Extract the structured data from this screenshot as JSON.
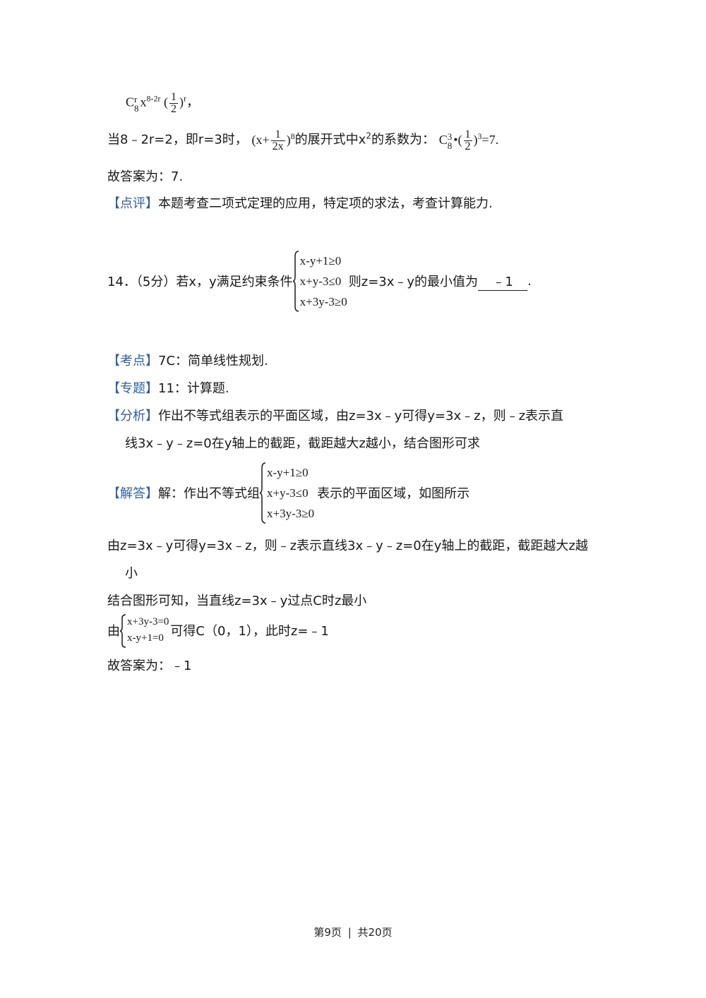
{
  "formula_top": {
    "C": "C",
    "r": "r",
    "n": "8",
    "x": "x",
    "exp": "8-2r",
    "fnum": "1",
    "fden": "2",
    "pow": "r",
    "tail": "，"
  },
  "line1": {
    "prefix": "当8﹣2r=2，即r=3时，",
    "paren_open": "(x+",
    "fnum": "1",
    "fden": "2x",
    "paren_close": ")",
    "pow8": "8",
    "mid": "的展开式中x",
    "sq": "2",
    "mid2": "的系数为：",
    "C": "C",
    "c_top": "3",
    "c_bot": "8",
    "dot": "•",
    "f2num": "1",
    "f2den": "2",
    "pow3": "3",
    "end": "=7."
  },
  "line2": "故答案为：7.",
  "comment": {
    "tag": "【点评】",
    "text": "本题考查二项式定理的应用，特定项的求法，考查计算能力."
  },
  "q14": {
    "prefix": "14．（5分）若x，y满足约束条件",
    "system": [
      "x-y+1≥0",
      "x+y-3≤0",
      "x+3y-3≥0"
    ],
    "mid": "则z=3x﹣y的最小值为",
    "answer": "﹣1",
    "end": "."
  },
  "kaodian": {
    "tag": "【考点】",
    "text": "7C：简单线性规划."
  },
  "zhuanti": {
    "tag": "【专题】",
    "text": "11：计算题."
  },
  "fenxi": {
    "tag": "【分析】",
    "line1": "作出不等式组表示的平面区域，由z=3x﹣y可得y=3x﹣z，则﹣z表示直",
    "line2": "线3x﹣y﹣z=0在y轴上的截距，截距越大z越小，结合图形可求"
  },
  "jieda": {
    "tag": "【解答】",
    "prefix": "解：作出不等式组",
    "system": [
      "x-y+1≥0",
      "x+y-3≤0",
      "x+3y-3≥0"
    ],
    "suffix": "表示的平面区域，如图所示"
  },
  "sol1a": "由z=3x﹣y可得y=3x﹣z，则﹣z表示直线3x﹣y﹣z=0在y轴上的截距，截距越大z越",
  "sol1b": "小",
  "sol2": "结合图形可知，当直线z=3x﹣y过点C时z最小",
  "sol3": {
    "prefix": "由",
    "system": [
      "x+3y-3=0",
      "x-y+1=0"
    ],
    "suffix": "可得C（0，1），此时z=﹣1"
  },
  "sol4": "故答案为：﹣1",
  "footer": {
    "page": "第9页",
    "sep": "|",
    "total": "共20页"
  }
}
